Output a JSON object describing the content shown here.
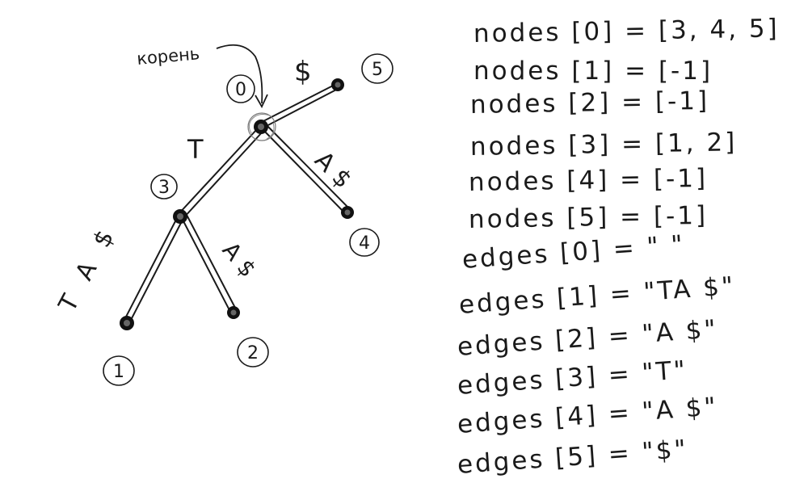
{
  "tree": {
    "root_label": "корень",
    "nodes": [
      "0",
      "1",
      "2",
      "3",
      "4",
      "5"
    ],
    "edges": [
      {
        "from": "0",
        "to": "5",
        "label": "$"
      },
      {
        "from": "0",
        "to": "3",
        "label": "T"
      },
      {
        "from": "0",
        "to": "4",
        "label": "A $"
      },
      {
        "from": "3",
        "to": "1",
        "label": "T A $"
      },
      {
        "from": "3",
        "to": "2",
        "label": "A $"
      }
    ]
  },
  "arrays": {
    "nodes": [
      "nodes [0] = [3, 4, 5]",
      "nodes [1] = [-1]",
      "nodes [2] = [-1]",
      "nodes [3] = [1, 2]",
      "nodes [4] = [-1]",
      "nodes [5] = [-1]"
    ],
    "edges": [
      "edges [0] = \" \"",
      "edges [1] = \"TA $\"",
      "edges [2] = \"A $\"",
      "edges [3] = \"T\"",
      "edges [4] = \"A $\"",
      "edges [5] = \"$\""
    ]
  }
}
